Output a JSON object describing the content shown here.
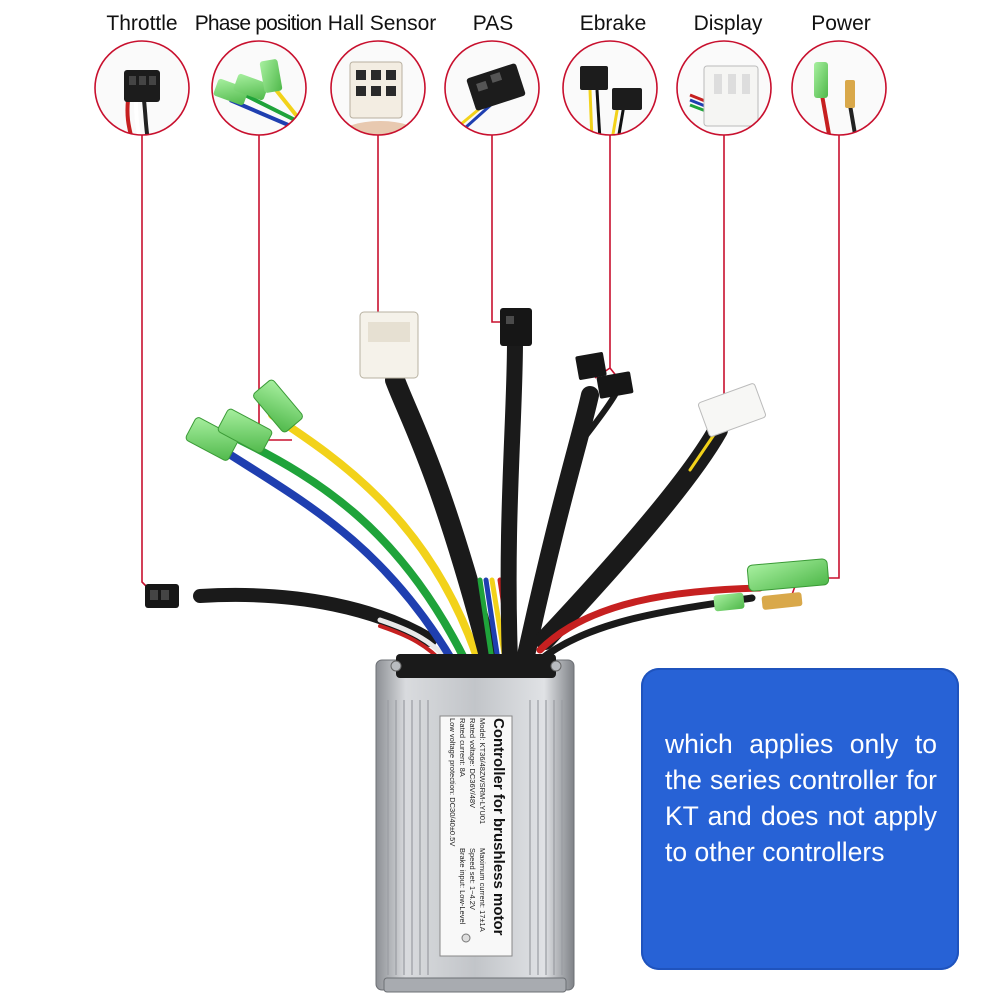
{
  "connector_labels": [
    {
      "key": "throttle",
      "label": "Throttle"
    },
    {
      "key": "phase",
      "label": "Phase position"
    },
    {
      "key": "hall",
      "label": "Hall Sensor"
    },
    {
      "key": "pas",
      "label": "PAS"
    },
    {
      "key": "ebrake",
      "label": "Ebrake"
    },
    {
      "key": "display",
      "label": "Display"
    },
    {
      "key": "power",
      "label": "Power"
    }
  ],
  "note": {
    "text": "which applies only to the series controller for KT and does not apply to other controllers",
    "background": "#2762d6",
    "text_color": "#ffffff"
  },
  "controller_plate": {
    "title": "Controller for brushless motor",
    "lines": [
      "Model: KT36/48ZWSRM-LYU01",
      "Rated voltage: DC36V/48V",
      "Rated current: 8A",
      "Low voltage protection: DC30/40±0.5V",
      "Maximum current: 17±1A",
      "Speed set: 1~4.2V",
      "Brake input: Low-Level"
    ]
  },
  "colors": {
    "callout_line": "#c8102e",
    "connector_green": "#7fdc7a",
    "wire_yellow": "#f2d21a",
    "wire_green": "#1fa33a",
    "wire_blue": "#1f3fb0",
    "sleeve_black": "#1a1a1a",
    "housing_silver": "#c9ccd0"
  }
}
